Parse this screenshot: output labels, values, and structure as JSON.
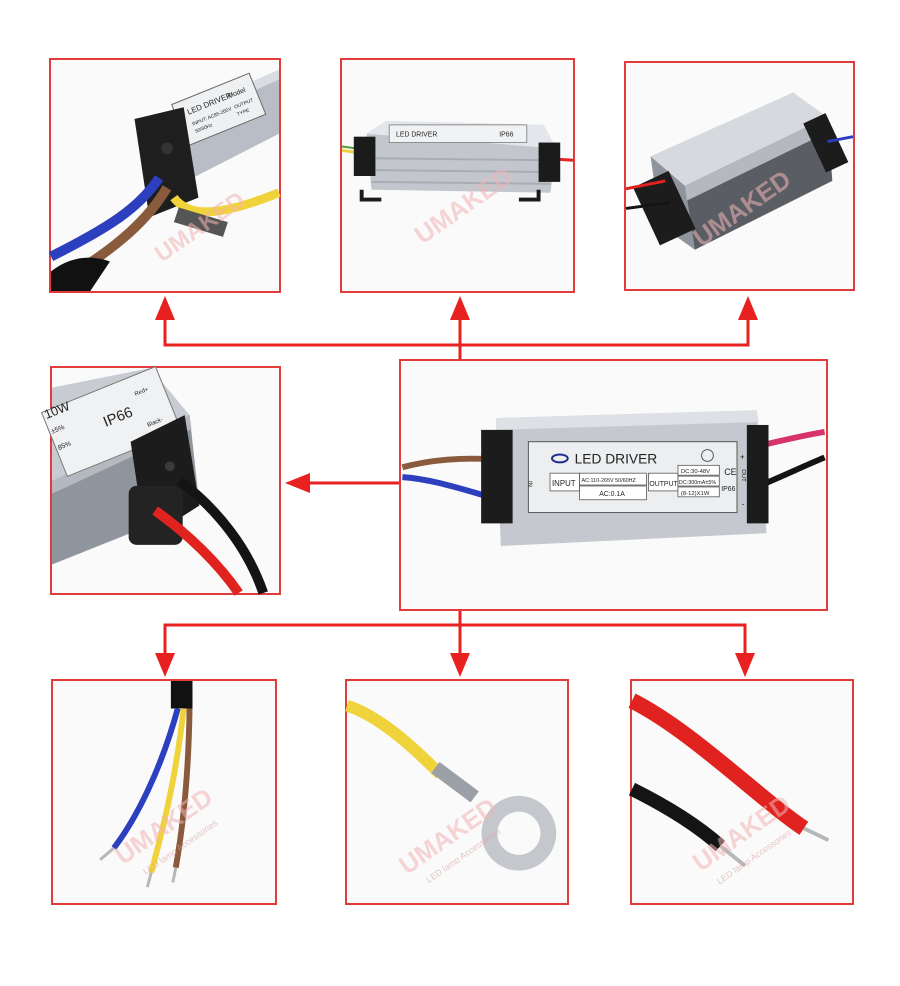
{
  "watermark": {
    "brand": "UMAKED",
    "tagline": "LED lamp Accessories",
    "registered": "R"
  },
  "colors": {
    "frame": "#e23b3b",
    "arrow": "#e8201f",
    "housing": "#c9cdd3",
    "end_cap": "#1d1d1d",
    "wire_red": "#e0231f",
    "wire_black": "#141414",
    "wire_blue": "#2b3fbf",
    "wire_brown": "#8a5a3c",
    "wire_yellow": "#f0d23a",
    "wire_pink": "#d6336c"
  },
  "labels": {
    "center": {
      "title": "LED DRIVER",
      "input": "INPUT",
      "input_spec": "AC:110-265V 50/60HZ",
      "input_current": "AC:0.1A",
      "output": "OUTPUT",
      "output_v": "DC:30-48V",
      "output_i": "DC:300mA±5%",
      "output_cfg": "(8-12)X1W",
      "in_mark": "IN",
      "out_mark": "OUT",
      "ce": "CE",
      "ip": "IP66",
      "plus": "+",
      "minus": "-"
    },
    "top_left": {
      "title": "LED DRIVER",
      "model": "Model",
      "input": "INPUT: AC85-265V",
      "freq": "50/60Hz",
      "out": "OUTPUT",
      "type": "TYPE"
    },
    "top_center": {
      "title": "LED DRIVER",
      "ip": "IP66"
    },
    "mid_left": {
      "watt": "10W",
      "tol": "±5%",
      "ip": "IP66",
      "red": "Red+",
      "black": "Black-",
      "pct": "85%"
    }
  },
  "icons": [
    "arrow-up-icon",
    "arrow-left-icon",
    "arrow-down-icon",
    "ring-terminal-icon"
  ]
}
